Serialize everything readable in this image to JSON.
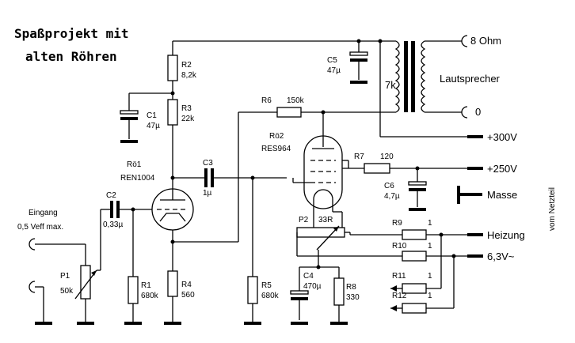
{
  "title": {
    "line1": "Spaßprojekt mit",
    "line2": "alten Röhren"
  },
  "tube1": {
    "name": "Rö1",
    "type": "REN1004"
  },
  "tube2": {
    "name": "Rö2",
    "type": "RES964"
  },
  "components": {
    "R1": {
      "name": "R1",
      "value": "680k"
    },
    "R2": {
      "name": "R2",
      "value": "8,2k"
    },
    "R3": {
      "name": "R3",
      "value": "22k"
    },
    "R4": {
      "name": "R4",
      "value": "560"
    },
    "R5": {
      "name": "R5",
      "value": "680k"
    },
    "R6": {
      "name": "R6",
      "value": "150k"
    },
    "R7": {
      "name": "R7",
      "value": "120"
    },
    "R8": {
      "name": "R8",
      "value": "330"
    },
    "R9": {
      "name": "R9",
      "value": "1"
    },
    "R10": {
      "name": "R10",
      "value": "1"
    },
    "R11": {
      "name": "R11",
      "value": "1"
    },
    "R12": {
      "name": "R12",
      "value": "1"
    },
    "C1": {
      "name": "C1",
      "value": "47µ"
    },
    "C2": {
      "name": "C2",
      "value": "0,33µ"
    },
    "C3": {
      "name": "C3",
      "value": "1µ"
    },
    "C4": {
      "name": "C4",
      "value": "470µ"
    },
    "C5": {
      "name": "C5",
      "value": "47µ"
    },
    "C6": {
      "name": "C6",
      "value": "4,7µ"
    },
    "P1": {
      "name": "P1",
      "value": "50k"
    },
    "P2": {
      "name": "P2",
      "value": "33R"
    }
  },
  "input": {
    "line1": "Eingang",
    "line2": "0,5 Veff max."
  },
  "transformer": {
    "impedance": "7k",
    "speaker": "Lautsprecher",
    "tap_8ohm": "8 Ohm",
    "tap_0": "0"
  },
  "terminals": {
    "hv300": "+300V",
    "hv250": "+250V",
    "ground": "Masse",
    "heater": "Heizung",
    "heater_voltage": "6,3V~"
  },
  "side_note": "vom Netzteil"
}
